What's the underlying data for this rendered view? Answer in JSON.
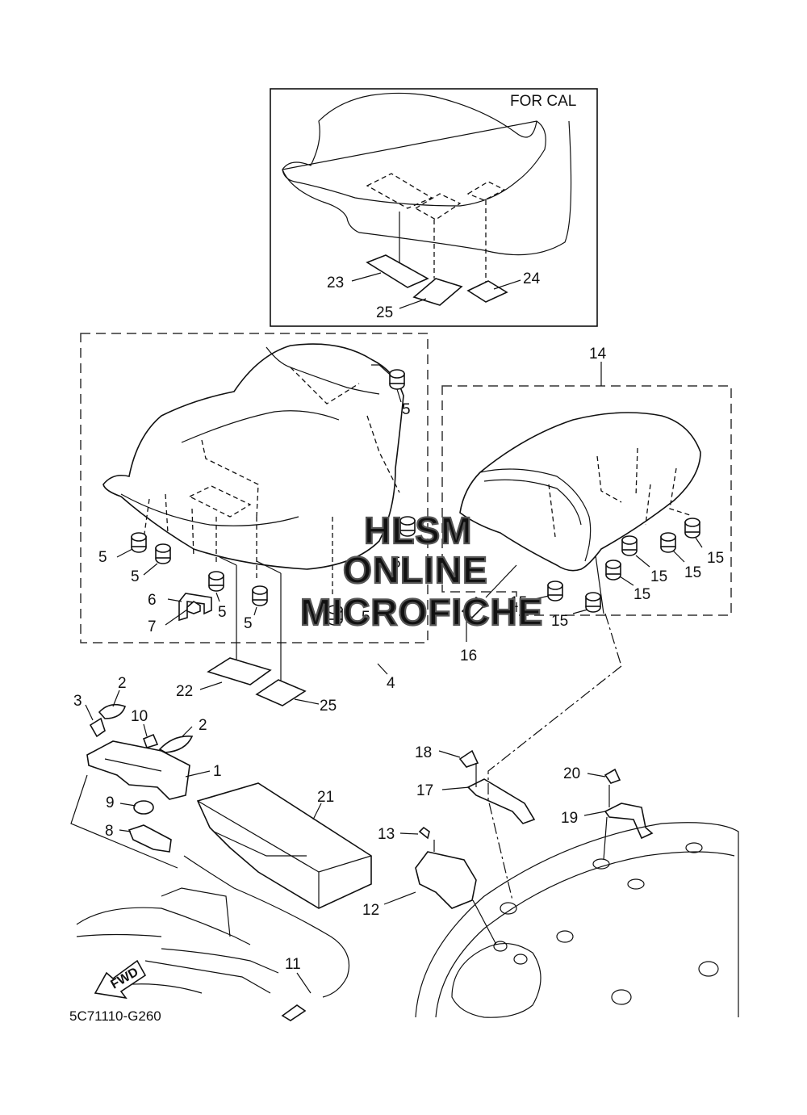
{
  "diagram": {
    "inset_label": "FOR CAL",
    "code": "5C71110-G260",
    "fwd_label": "FWD",
    "watermark": [
      "HLSM",
      "ONLINE",
      "MICROFICHE"
    ],
    "callouts": {
      "c1": "1",
      "c2a": "2",
      "c2b": "2",
      "c3": "3",
      "c4": "4",
      "c5a": "5",
      "c5b": "5",
      "c5c": "5",
      "c5d": "5",
      "c5e": "5",
      "c5f": "5",
      "c5g": "5",
      "c6": "6",
      "c7": "7",
      "c8": "8",
      "c9": "9",
      "c10": "10",
      "c11": "11",
      "c12": "12",
      "c13": "13",
      "c14": "14",
      "c15a": "15",
      "c15b": "15",
      "c15c": "15",
      "c15d": "15",
      "c15e": "15",
      "c15f": "15",
      "c16": "16",
      "c17": "17",
      "c18": "18",
      "c19": "19",
      "c20": "20",
      "c21": "21",
      "c22": "22",
      "c23": "23",
      "c24": "24",
      "c25a": "25",
      "c25b": "25"
    }
  }
}
